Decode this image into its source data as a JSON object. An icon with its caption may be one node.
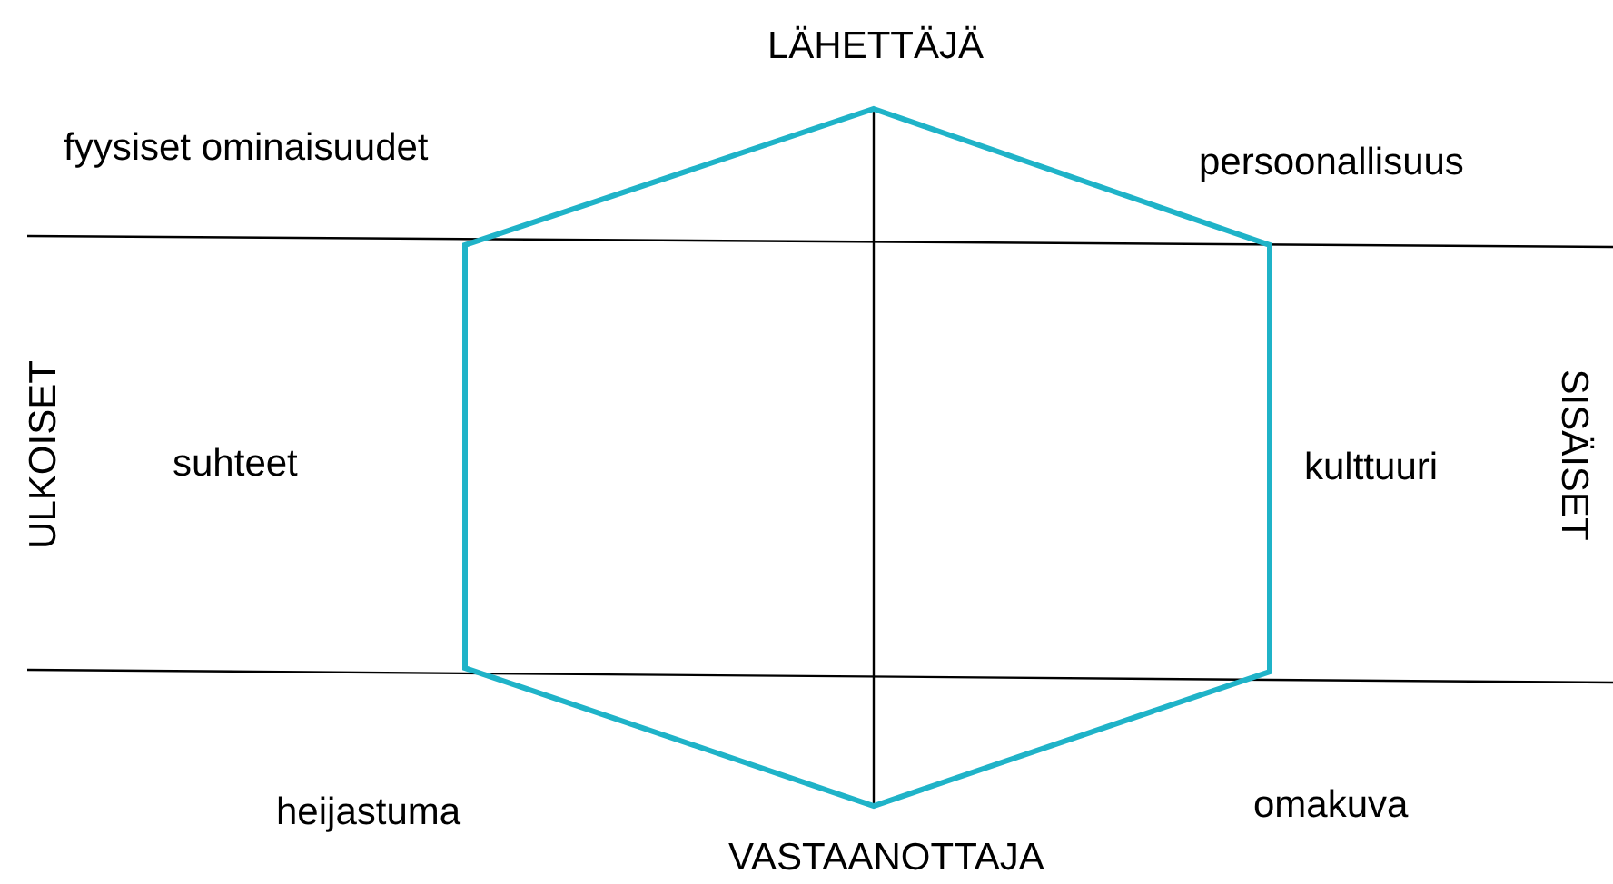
{
  "diagram": {
    "labels": [
      "LÄHETTÄJÄ",
      "fyysiset ominaisuudet",
      "persoonallisuus",
      "ULKOISET",
      "suhteet",
      "kulttuuri",
      "SISÄISET",
      "heijastuma",
      "omakuva",
      "VASTAANOTTAJA"
    ]
  }
}
